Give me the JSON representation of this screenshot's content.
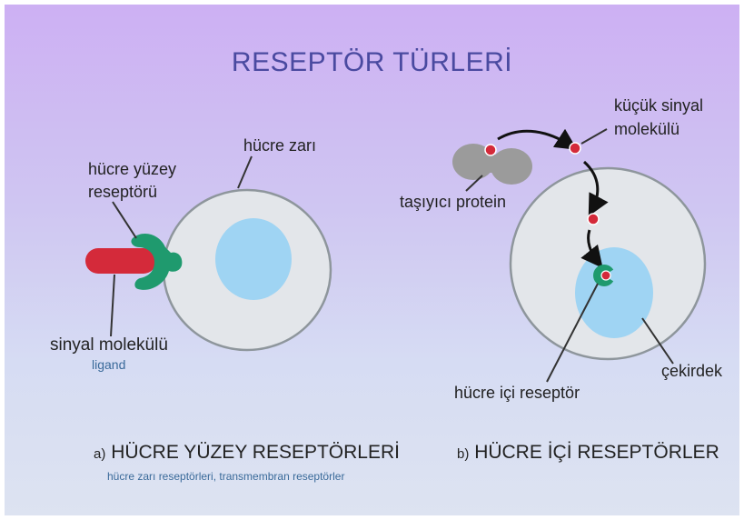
{
  "title": "RESEPTÖR TÜRLERİ",
  "left_panel": {
    "label_cell_membrane": "hücre zarı",
    "label_receptor_line1": "hücre yüzey",
    "label_receptor_line2": "reseptörü",
    "label_signal_molecule": "sinyal molekülü",
    "label_ligand": "ligand",
    "caption_prefix": "a)",
    "caption_title": "HÜCRE YÜZEY RESEPTÖRLERİ",
    "caption_sub": "hücre zarı reseptörleri, transmembran reseptörler"
  },
  "right_panel": {
    "label_small_signal_line1": "küçük sinyal",
    "label_small_signal_line2": "molekülü",
    "label_carrier_protein": "taşıyıcı protein",
    "label_intracellular_receptor": "hücre içi reseptör",
    "label_nucleus": "çekirdek",
    "caption_prefix": "b)",
    "caption_title": "HÜCRE İÇİ RESEPTÖRLER"
  },
  "colors": {
    "title": "#4a4aa0",
    "cell_fill": "#e3e6ea",
    "cell_stroke": "#8e969c",
    "nucleus": "#9fd4f3",
    "receptor": "#1f9a6e",
    "signal": "#d42a3a",
    "carrier": "#9b9b9b",
    "ligand_text": "#3a6a9a"
  }
}
